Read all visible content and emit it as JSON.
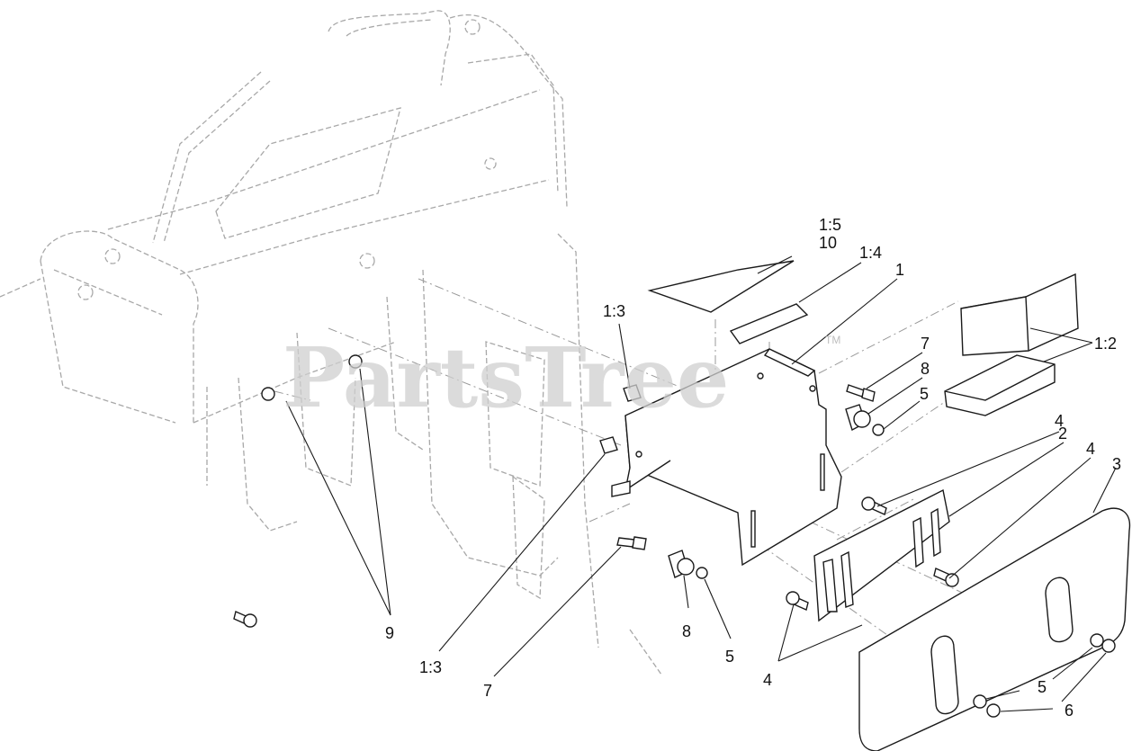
{
  "watermark": {
    "text": "PartsTree",
    "trademark": "TM"
  },
  "callouts": [
    "1:5",
    "10",
    "1:4",
    "1",
    "1:3",
    "7",
    "8",
    "5",
    "1:2",
    "4",
    "2",
    "4",
    "3",
    "9",
    "8",
    "5",
    "4",
    "5",
    "6",
    "1:3",
    "7"
  ],
  "colors": {
    "line": "#1a1a1a",
    "ghost": "#a8a8a8",
    "watermark": "#cfcfcf"
  }
}
